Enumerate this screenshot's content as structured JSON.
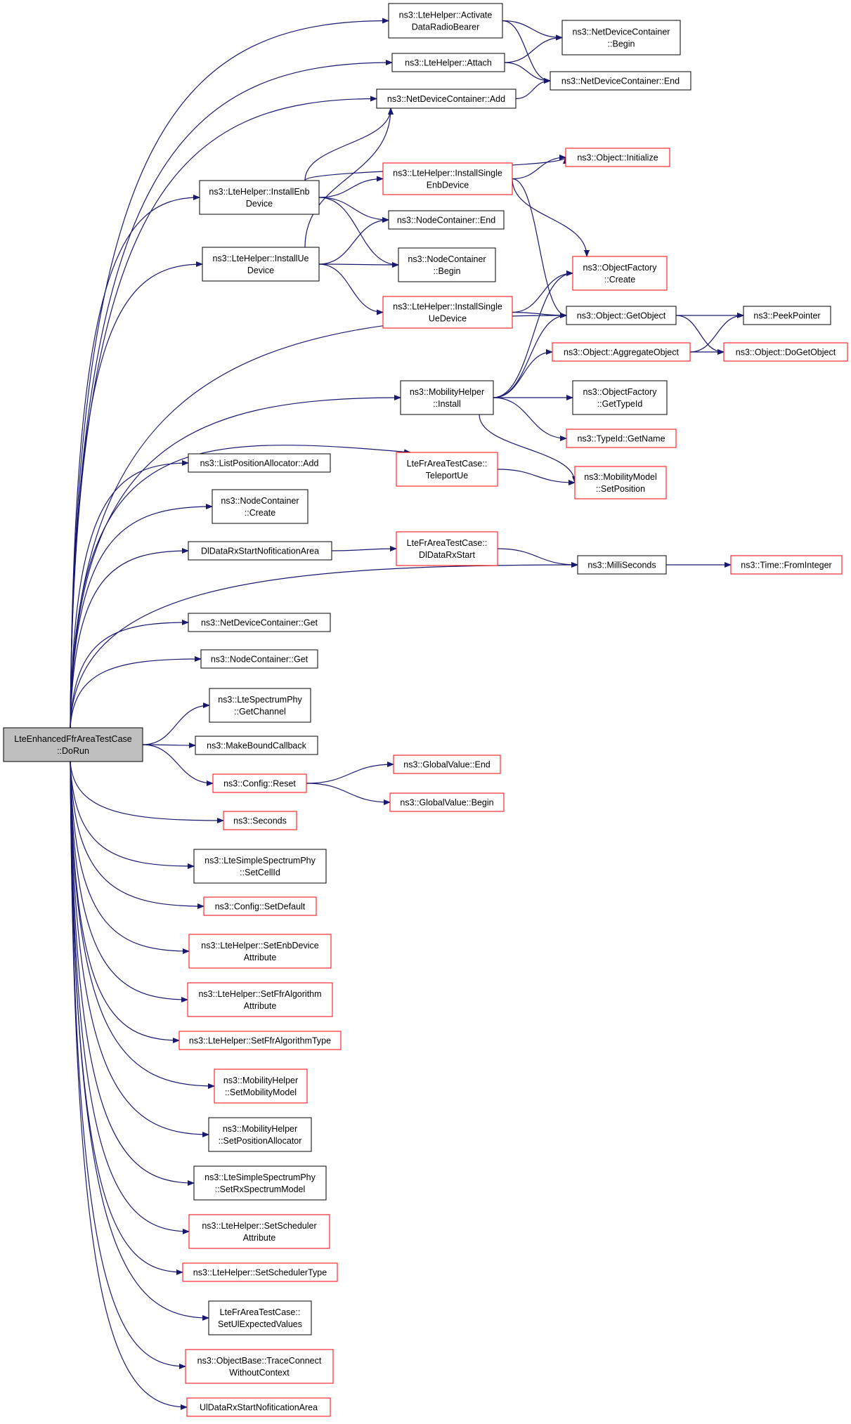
{
  "colors": {
    "edge": "#191970",
    "normal_border": "#000000",
    "truncated_border": "#ff0000",
    "root_fill": "#bfbfbf"
  },
  "nodes": [
    {
      "id": "root",
      "lines": [
        "LteEnhancedFfrAreaTestCase",
        "::DoRun"
      ],
      "border": "black",
      "root": true
    },
    {
      "id": "n_activate",
      "lines": [
        "ns3::LteHelper::Activate",
        "DataRadioBearer"
      ],
      "border": "black"
    },
    {
      "id": "n_attach",
      "lines": [
        "ns3::LteHelper::Attach"
      ],
      "border": "black"
    },
    {
      "id": "n_ndc_add",
      "lines": [
        "ns3::NetDeviceContainer::Add"
      ],
      "border": "black"
    },
    {
      "id": "n_ndc_begin",
      "lines": [
        "ns3::NetDeviceContainer",
        "::Begin"
      ],
      "border": "black"
    },
    {
      "id": "n_ndc_end",
      "lines": [
        "ns3::NetDeviceContainer::End"
      ],
      "border": "black"
    },
    {
      "id": "n_install_enb",
      "lines": [
        "ns3::LteHelper::InstallEnb",
        "Device"
      ],
      "border": "black"
    },
    {
      "id": "n_install_ue",
      "lines": [
        "ns3::LteHelper::InstallUe",
        "Device"
      ],
      "border": "black"
    },
    {
      "id": "n_install_single_enb",
      "lines": [
        "ns3::LteHelper::InstallSingle",
        "EnbDevice"
      ],
      "border": "red"
    },
    {
      "id": "n_object_initialize",
      "lines": [
        "ns3::Object::Initialize"
      ],
      "border": "red"
    },
    {
      "id": "n_nc_end",
      "lines": [
        "ns3::NodeContainer::End"
      ],
      "border": "black"
    },
    {
      "id": "n_nc_begin",
      "lines": [
        "ns3::NodeContainer",
        "::Begin"
      ],
      "border": "black"
    },
    {
      "id": "n_of_create",
      "lines": [
        "ns3::ObjectFactory",
        "::Create"
      ],
      "border": "red"
    },
    {
      "id": "n_install_single_ue",
      "lines": [
        "ns3::LteHelper::InstallSingle",
        "UeDevice"
      ],
      "border": "red"
    },
    {
      "id": "n_getobject",
      "lines": [
        "ns3::Object::GetObject"
      ],
      "border": "black"
    },
    {
      "id": "n_peekpointer",
      "lines": [
        "ns3::PeekPointer"
      ],
      "border": "black"
    },
    {
      "id": "n_aggregate",
      "lines": [
        "ns3::Object::AggregateObject"
      ],
      "border": "red"
    },
    {
      "id": "n_dogetobject",
      "lines": [
        "ns3::Object::DoGetObject"
      ],
      "border": "red"
    },
    {
      "id": "n_mobility_install",
      "lines": [
        "ns3::MobilityHelper",
        "::Install"
      ],
      "border": "black"
    },
    {
      "id": "n_of_gettypeid",
      "lines": [
        "ns3::ObjectFactory",
        "::GetTypeId"
      ],
      "border": "black"
    },
    {
      "id": "n_typeid_getname",
      "lines": [
        "ns3::TypeId::GetName"
      ],
      "border": "red"
    },
    {
      "id": "n_teleport",
      "lines": [
        "LteFrAreaTestCase::",
        "TeleportUe"
      ],
      "border": "red"
    },
    {
      "id": "n_mm_setposition",
      "lines": [
        "ns3::MobilityModel",
        "::SetPosition"
      ],
      "border": "red"
    },
    {
      "id": "n_lpa_add",
      "lines": [
        "ns3::ListPositionAllocator::Add"
      ],
      "border": "black"
    },
    {
      "id": "n_nc_create",
      "lines": [
        "ns3::NodeContainer",
        "::Create"
      ],
      "border": "black"
    },
    {
      "id": "n_dl_notif",
      "lines": [
        "DlDataRxStartNofiticationArea"
      ],
      "border": "black"
    },
    {
      "id": "n_dl_start",
      "lines": [
        "LteFrAreaTestCase::",
        "DlDataRxStart"
      ],
      "border": "red"
    },
    {
      "id": "n_millis",
      "lines": [
        "ns3::MilliSeconds"
      ],
      "border": "black"
    },
    {
      "id": "n_time_fromint",
      "lines": [
        "ns3::Time::FromInteger"
      ],
      "border": "red"
    },
    {
      "id": "n_ndc_get",
      "lines": [
        "ns3::NetDeviceContainer::Get"
      ],
      "border": "black"
    },
    {
      "id": "n_nc_get",
      "lines": [
        "ns3::NodeContainer::Get"
      ],
      "border": "black"
    },
    {
      "id": "n_ltespec_getchannel",
      "lines": [
        "ns3::LteSpectrumPhy",
        "::GetChannel"
      ],
      "border": "black"
    },
    {
      "id": "n_makebound",
      "lines": [
        "ns3::MakeBoundCallback"
      ],
      "border": "black"
    },
    {
      "id": "n_config_reset",
      "lines": [
        "ns3::Config::Reset"
      ],
      "border": "red"
    },
    {
      "id": "n_gv_end",
      "lines": [
        "ns3::GlobalValue::End"
      ],
      "border": "red"
    },
    {
      "id": "n_gv_begin",
      "lines": [
        "ns3::GlobalValue::Begin"
      ],
      "border": "red"
    },
    {
      "id": "n_seconds",
      "lines": [
        "ns3::Seconds"
      ],
      "border": "red"
    },
    {
      "id": "n_lssp_setcellid",
      "lines": [
        "ns3::LteSimpleSpectrumPhy",
        "::SetCellId"
      ],
      "border": "black"
    },
    {
      "id": "n_config_setdefault",
      "lines": [
        "ns3::Config::SetDefault"
      ],
      "border": "red"
    },
    {
      "id": "n_set_enb_attr",
      "lines": [
        "ns3::LteHelper::SetEnbDevice",
        "Attribute"
      ],
      "border": "red"
    },
    {
      "id": "n_set_ffr_attr",
      "lines": [
        "ns3::LteHelper::SetFfrAlgorithm",
        "Attribute"
      ],
      "border": "red"
    },
    {
      "id": "n_set_ffr_type",
      "lines": [
        "ns3::LteHelper::SetFfrAlgorithmType"
      ],
      "border": "red"
    },
    {
      "id": "n_set_mobility",
      "lines": [
        "ns3::MobilityHelper",
        "::SetMobilityModel"
      ],
      "border": "red"
    },
    {
      "id": "n_set_posalloc",
      "lines": [
        "ns3::MobilityHelper",
        "::SetPositionAllocator"
      ],
      "border": "black"
    },
    {
      "id": "n_lssp_setrx",
      "lines": [
        "ns3::LteSimpleSpectrumPhy",
        "::SetRxSpectrumModel"
      ],
      "border": "black"
    },
    {
      "id": "n_set_sched_attr",
      "lines": [
        "ns3::LteHelper::SetScheduler",
        "Attribute"
      ],
      "border": "red"
    },
    {
      "id": "n_set_sched_type",
      "lines": [
        "ns3::LteHelper::SetSchedulerType"
      ],
      "border": "red"
    },
    {
      "id": "n_set_ul_expected",
      "lines": [
        "LteFrAreaTestCase::",
        "SetUlExpectedValues"
      ],
      "border": "black"
    },
    {
      "id": "n_trace_connect",
      "lines": [
        "ns3::ObjectBase::TraceConnect",
        "WithoutContext"
      ],
      "border": "red"
    },
    {
      "id": "n_ul_notif",
      "lines": [
        "UlDataRxStartNofiticationArea"
      ],
      "border": "red"
    }
  ]
}
